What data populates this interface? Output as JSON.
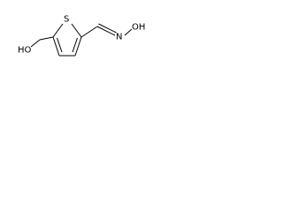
{
  "structure": {
    "atoms": {
      "hydroxyl_left": "HO",
      "ring_sulfur": "S",
      "oxime_nitrogen": "N",
      "oxime_hydroxyl": "OH"
    }
  },
  "colors": {
    "bond": "#000000",
    "label": "#000000",
    "background": "#ffffff"
  }
}
